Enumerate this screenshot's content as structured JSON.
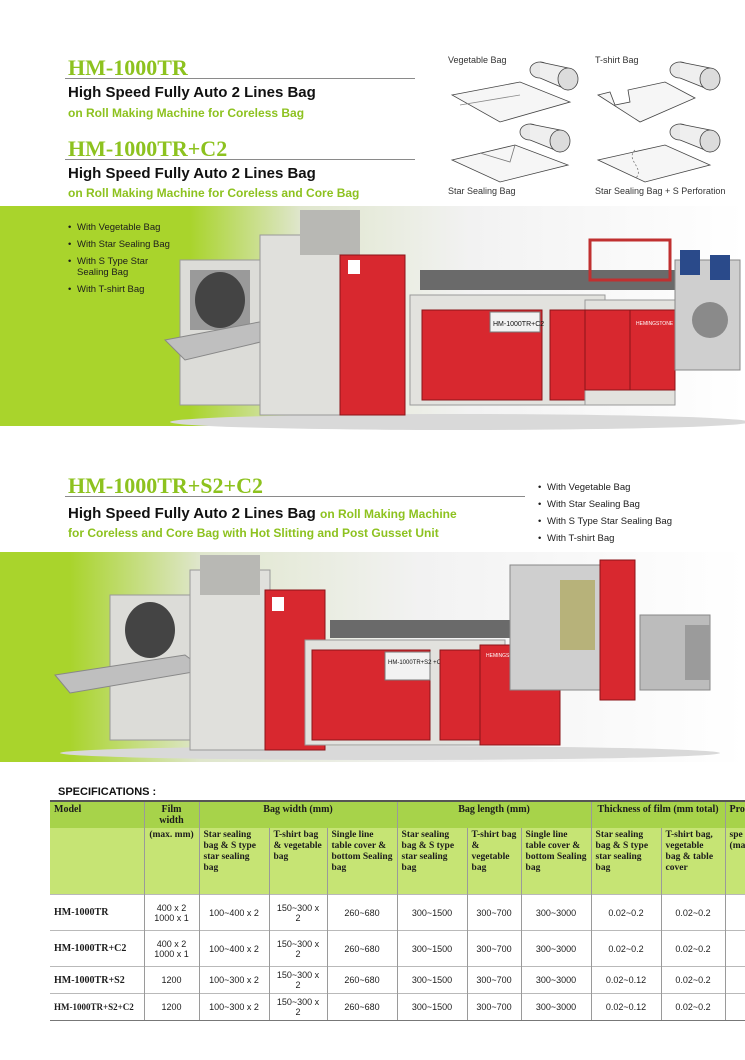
{
  "product1": {
    "model": "HM-1000TR",
    "line1": "High Speed Fully Auto 2 Lines Bag",
    "line2": "on Roll Making Machine for Coreless Bag"
  },
  "product2": {
    "model": "HM-1000TR+C2",
    "line1": "High Speed Fully Auto 2 Lines Bag",
    "line2": "on Roll Making Machine for Coreless and Core Bag",
    "features": [
      "With Vegetable Bag",
      "With Star Sealing Bag",
      "With S Type Star Sealing Bag",
      "With T-shirt Bag"
    ],
    "machine_label": "HM-1000TR+C2",
    "brand": "HEMINGSTONE"
  },
  "bag_types": [
    "Vegetable Bag",
    "T-shirt Bag",
    "Star Sealing Bag",
    "Star Sealing Bag + S Perforation"
  ],
  "product3": {
    "model": "HM-1000TR+S2+C2",
    "line1_bold": "High Speed Fully Auto 2 Lines Bag",
    "line1_green": "on Roll Making Machine",
    "line2": "for Coreless and Core Bag with Hot Slitting and Post Gusset Unit",
    "features": [
      "With Vegetable Bag",
      "With Star Sealing Bag",
      "With S Type Star Sealing Bag",
      "With T-shirt Bag"
    ],
    "machine_label": "HM-1000TR+S2 +C2",
    "brand": "HEMINGSTONE"
  },
  "specs": {
    "title": "SPECIFICATIONS :",
    "group_headers": {
      "model": "Model",
      "film_width": "Film width",
      "film_width_unit": "(max. mm)",
      "bag_width": "Bag width (mm)",
      "bag_length": "Bag length (mm)",
      "thickness": "Thickness of film (mm total)",
      "production": "Pro"
    },
    "sub_headers": [
      "Star sealing bag & S type star sealing bag",
      "T-shirt bag & vegetable bag",
      "Single line table cover & bottom Sealing bag",
      "Star sealing bag & S type star sealing bag",
      "T-shirt bag & vegetable bag",
      "Single line table cover & bottom Sealing bag",
      "Star sealing bag & S type star sealing bag",
      "T-shirt bag, vegetable bag & table cover",
      "spe (cy (ma"
    ],
    "rows": [
      {
        "model": "HM-1000TR",
        "film1": "400 x 2",
        "film2": "1000 x 1",
        "cells": [
          "100~400 x 2",
          "150~300 x 2",
          "260~680",
          "300~1500",
          "300~700",
          "300~3000",
          "0.02~0.2",
          "0.02~0.2"
        ]
      },
      {
        "model": "HM-1000TR+C2",
        "film1": "400 x 2",
        "film2": "1000 x 1",
        "cells": [
          "100~400 x 2",
          "150~300 x 2",
          "260~680",
          "300~1500",
          "300~700",
          "300~3000",
          "0.02~0.2",
          "0.02~0.2"
        ]
      },
      {
        "model": "HM-1000TR+S2",
        "film1": "1200",
        "film2": "",
        "cells": [
          "100~300 x 2",
          "150~300 x 2",
          "260~680",
          "300~1500",
          "300~700",
          "300~3000",
          "0.02~0.12",
          "0.02~0.2"
        ]
      },
      {
        "model": "HM-1000TR+S2+C2",
        "film1": "1200",
        "film2": "",
        "cells": [
          "100~300 x 2",
          "150~300 x 2",
          "260~680",
          "300~1500",
          "300~700",
          "300~3000",
          "0.02~0.12",
          "0.02~0.2"
        ]
      }
    ]
  },
  "colors": {
    "accent_green": "#8dc21f",
    "machine_red": "#d8282f",
    "machine_grey": "#d8d8d4",
    "header_green": "#a7d34a"
  }
}
